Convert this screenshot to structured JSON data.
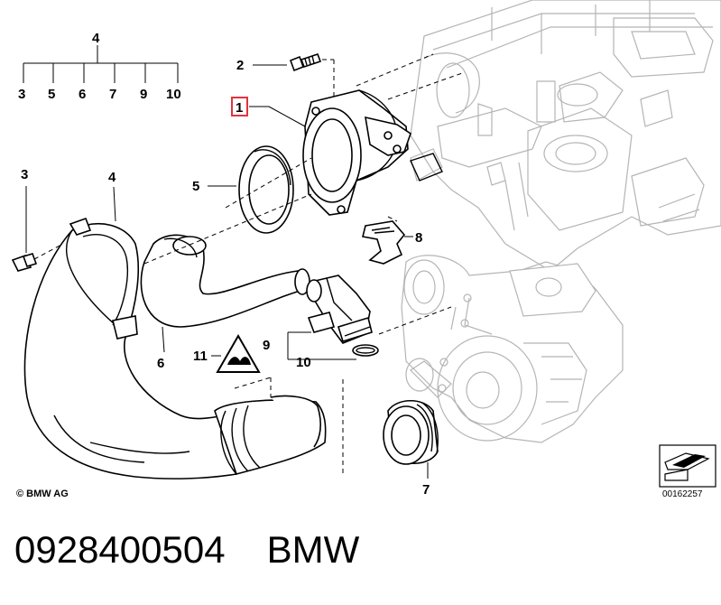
{
  "callouts": {
    "group_top": {
      "main": "4",
      "subs": [
        "3",
        "5",
        "6",
        "7",
        "9",
        "10"
      ]
    },
    "c2": "2",
    "c1": "1",
    "c3": "3",
    "c4": "4",
    "c5": "5",
    "c8": "8",
    "c9": "9",
    "c10": "10",
    "c11": "11",
    "c6": "6",
    "c7": "7"
  },
  "copyright": "© BMW AG",
  "document_number": "00162257",
  "footer": {
    "part_number": "0928400504",
    "brand": "BMW"
  },
  "colors": {
    "highlight": "#e0353e",
    "ghost": "#b5b5b5",
    "ink": "#000000"
  }
}
